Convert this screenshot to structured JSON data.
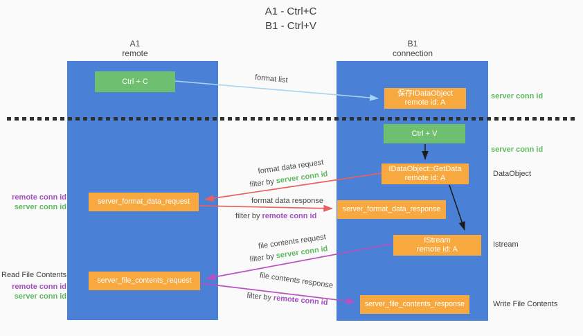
{
  "title": {
    "line1": "A1 - Ctrl+C",
    "line2": "B1 - Ctrl+V"
  },
  "lanes": {
    "left": {
      "name": "A1",
      "subtitle": "remote"
    },
    "right": {
      "name": "B1",
      "subtitle": "connection"
    }
  },
  "nodes": {
    "ctrl_c": {
      "label": "Ctrl + C"
    },
    "ctrl_v": {
      "label": "Ctrl + V"
    },
    "save_dataobject": {
      "line1": "保存IDataObject",
      "line2": "remote id: A"
    },
    "getdata": {
      "line1": "IDataObject::GetData",
      "line2": "remote id: A"
    },
    "istream": {
      "line1": "IStream",
      "line2": "remote id: A"
    },
    "format_request": {
      "label": "server_format_data_request"
    },
    "format_response": {
      "label": "server_format_data_response"
    },
    "file_request": {
      "label": "server_file_contents_request"
    },
    "file_response": {
      "label": "server_file_contents_response"
    }
  },
  "annotations": {
    "right": {
      "server_conn_top": "server conn id",
      "server_conn_mid": "server conn id",
      "dataobject": "DataObject",
      "istream": "Istream",
      "write_file": "Write File Contents"
    },
    "left": {
      "remote_conn_top": "remote conn id",
      "server_conn_top": "server conn id",
      "read_file": "Read File Contents",
      "remote_conn_bottom": "remote conn id",
      "server_conn_bottom": "server conn id"
    }
  },
  "arrows": {
    "format_list": {
      "label": "format list"
    },
    "format_data_request": {
      "label": "format data request",
      "filter_prefix": "filter by",
      "filter_key": "server conn id"
    },
    "format_data_response": {
      "label": "format data response",
      "filter_prefix": "filter by",
      "filter_key": "remote conn id"
    },
    "file_contents_request": {
      "label": "file contents request",
      "filter_prefix": "filter by",
      "filter_key": "server conn id"
    },
    "file_contents_response": {
      "label": "file contents response",
      "filter_prefix": "filter by",
      "filter_key": "remote conn id"
    }
  },
  "colors": {
    "lane_blue": "#4a80d5",
    "box_orange": "#f7a83e",
    "box_green": "#6fbf71",
    "text_green": "#5eba5e",
    "text_purple": "#a64fc0",
    "arrow_red": "#e8615e",
    "arrow_purple": "#b951c1",
    "arrow_light_blue": "#a6d3ef",
    "arrow_black": "#1c1c1c"
  }
}
